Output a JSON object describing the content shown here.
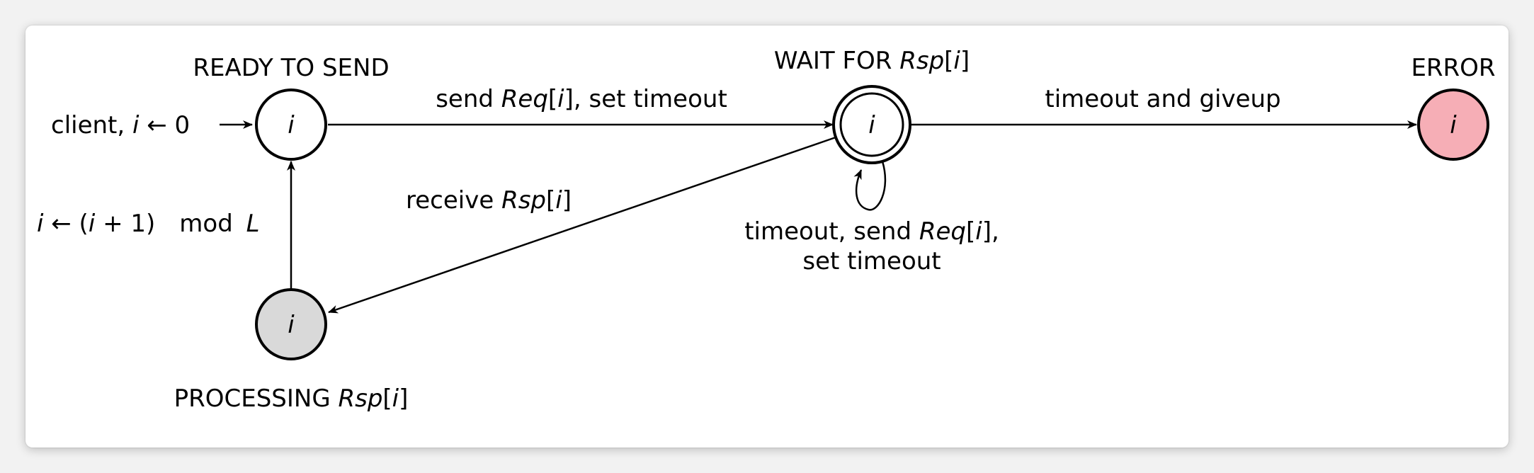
{
  "states": {
    "ready": {
      "title": "READY TO SEND",
      "var": "i",
      "fill": "#ffffff"
    },
    "wait": {
      "title_pre": "WAIT FOR ",
      "title_it": "Rsp",
      "title_post1": "[",
      "title_it2": "i",
      "title_post2": "]",
      "var": "i",
      "fill": "#ffffff"
    },
    "error": {
      "title": "ERROR",
      "var": "i",
      "fill": "#f6aeb6"
    },
    "processing": {
      "title_pre": "PROCESSING ",
      "title_it": "Rsp",
      "title_post1": "[",
      "title_it2": "i",
      "title_post2": "]",
      "var": "i",
      "fill": "#d9d9d9"
    }
  },
  "transitions": {
    "init": {
      "pre": "client, ",
      "it": "i",
      "post": " ← 0"
    },
    "send": {
      "pre": "send ",
      "it": "Req",
      "mid1": "[",
      "it2": "i",
      "mid2": "], set timeout"
    },
    "giveup": {
      "label": "timeout and giveup"
    },
    "receive": {
      "pre": "receive ",
      "it": "Rsp",
      "mid1": "[",
      "it2": "i",
      "mid2": "]"
    },
    "retry": {
      "line1_pre": "timeout, send ",
      "line1_it": "Req",
      "line1_mid1": "[",
      "line1_it2": "i",
      "line1_mid2": "],",
      "line2": "set timeout"
    },
    "increment": {
      "it1": "i",
      "op": " ← (",
      "it2": "i",
      "plus": " + 1)",
      "mod": "mod ",
      "it3": "L"
    }
  }
}
